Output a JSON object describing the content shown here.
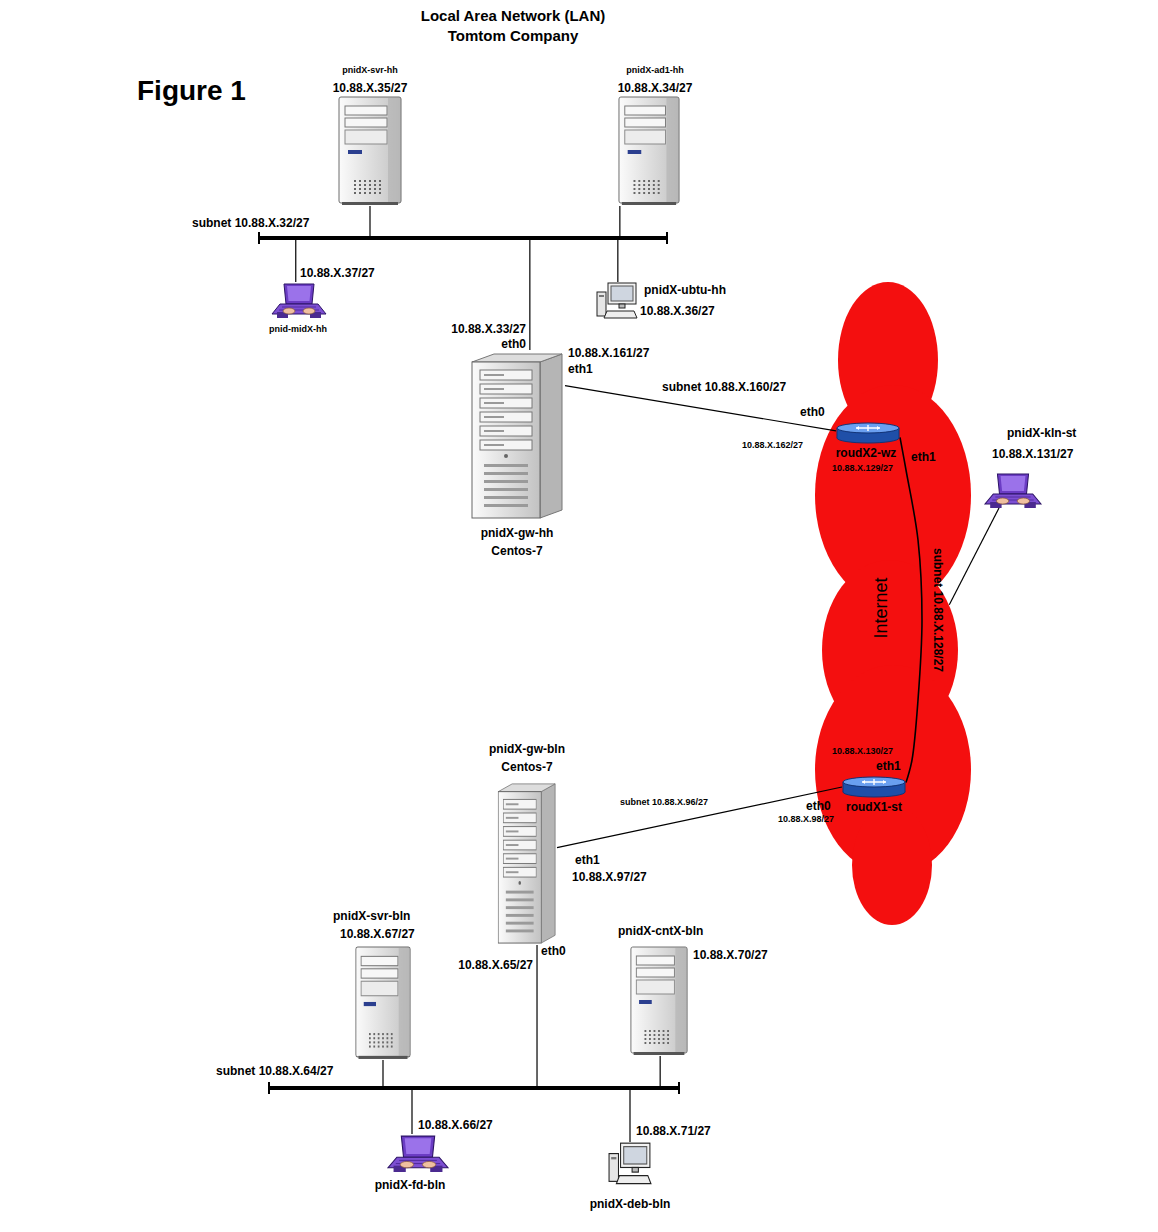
{
  "diagram": {
    "title": "Local Area Network (LAN) Tomtom Company",
    "nodes": [
      {
        "text": [
          "pnidX-svr-hh",
          "10.88.X.35/27"
        ]
      },
      {
        "text": [
          "pnidX-ad1-hh",
          "10.88.X.34/27"
        ]
      },
      {
        "text": [
          "subnet 10.88.X.32/27"
        ]
      },
      {
        "text": [
          "10.88.X.37/27",
          "pnid-midX-hh"
        ]
      },
      {
        "text": [
          "pnidX-ubtu-hh",
          "10.88.X.36/27"
        ]
      },
      {
        "text": [
          "pnidX-gw-hh",
          "Centos-7"
        ]
      },
      {
        "text": [
          "Internet"
        ]
      },
      {
        "text": [
          "roudX2-wz"
        ],
        "in": 6
      },
      {
        "text": [
          "pnidX-kln-st",
          "10.88.X.131/27"
        ]
      },
      {
        "text": [
          "roudX1-st"
        ],
        "in": 6
      },
      {
        "text": [
          "pnidX-gw-bln",
          "Centos-7"
        ]
      },
      {
        "text": [
          "pnidX-svr-bln",
          "10.88.X.67/27"
        ]
      },
      {
        "text": [
          "pnidX-cntX-bln",
          "10.88.X.70/27"
        ]
      },
      {
        "text": [
          "subnet 10.88.X.64/27"
        ]
      },
      {
        "text": [
          "10.88.X.66/27",
          "pnidX-fd-bln"
        ]
      },
      {
        "text": [
          "10.88.X.71/27",
          "pnidX-deb-bln"
        ]
      }
    ],
    "edges": [
      {
        "from": 0,
        "to": 2,
        "arrow": "none"
      },
      {
        "from": 1,
        "to": 2,
        "arrow": "none"
      },
      {
        "from": 3,
        "to": 2,
        "arrow": "none"
      },
      {
        "from": 4,
        "to": 2,
        "arrow": "none"
      },
      {
        "from": 5,
        "to": 2,
        "arrow": "none"
      },
      {
        "from": 5,
        "to": 7,
        "label": "subnet 10.88.X.160/27",
        "arrow": "none"
      },
      {
        "from": 7,
        "to": 9,
        "label": "subnet 10.88.X.128/27",
        "arrow": "none"
      },
      {
        "from": 8,
        "to": 6,
        "arrow": "none"
      },
      {
        "from": 10,
        "to": 9,
        "label": "subnet 10.88.X.96/27",
        "arrow": "none"
      },
      {
        "from": 10,
        "to": 13,
        "arrow": "none"
      },
      {
        "from": 11,
        "to": 13,
        "arrow": "none"
      },
      {
        "from": 12,
        "to": 13,
        "arrow": "none"
      },
      {
        "from": 14,
        "to": 13,
        "arrow": "none"
      },
      {
        "from": 15,
        "to": 13,
        "arrow": "none"
      }
    ],
    "labels": [
      "Figure 1",
      "10.88.X.33/27",
      "eth0",
      "10.88.X.161/27",
      "eth1",
      "eth0",
      "10.88.X.162/27",
      "eth1",
      "10.88.X.129/27",
      "10.88.X.130/27",
      "eth1",
      "eth0",
      "10.88.X.98/27",
      "eth1",
      "10.88.X.97/27",
      "10.88.X.65/27",
      "eth0"
    ]
  }
}
